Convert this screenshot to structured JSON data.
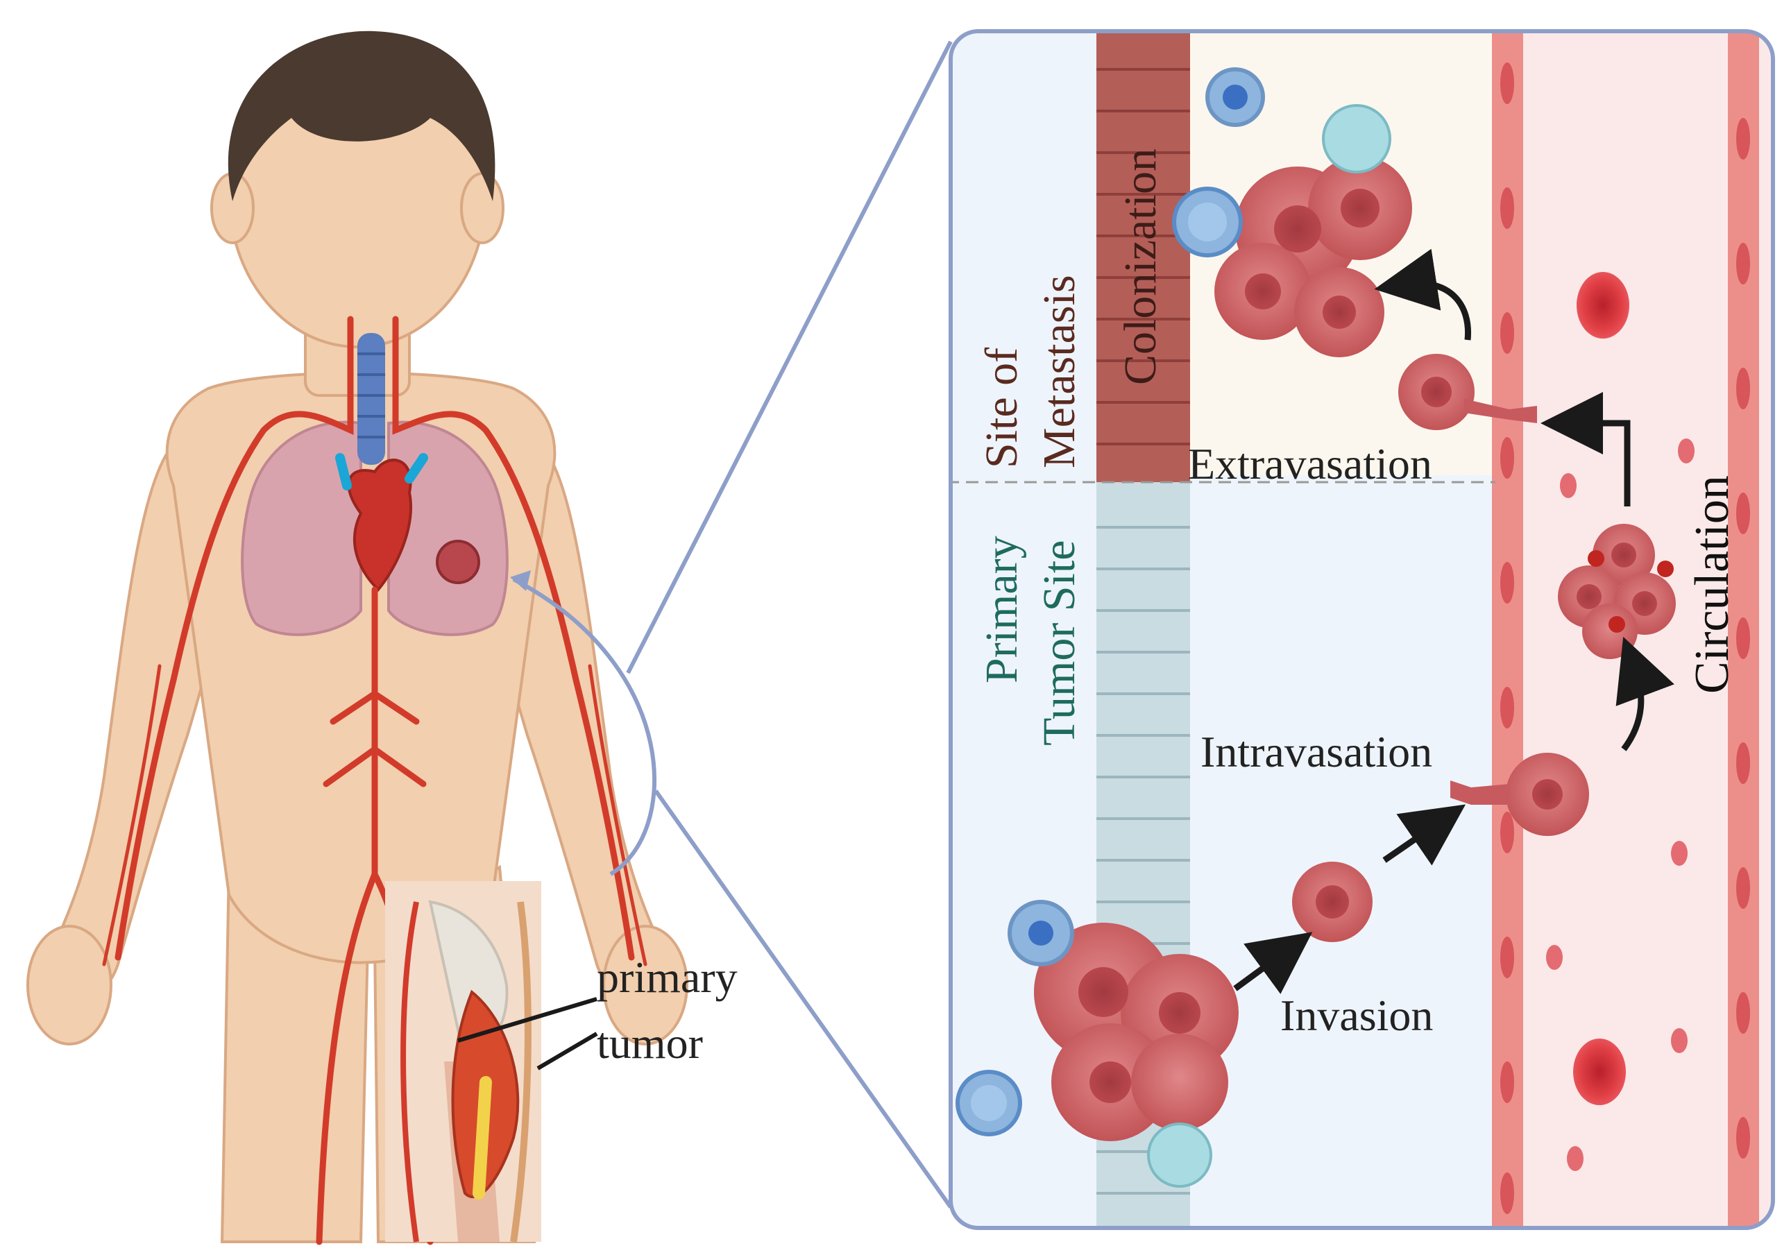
{
  "figure": {
    "labels": {
      "primary_tumor_line1": "primary",
      "primary_tumor_line2": "tumor",
      "colonization": "Colonization",
      "site_of": "Site of",
      "metastasis": "Metastasis",
      "primary_label": "Primary",
      "tumor_site": "Tumor Site",
      "extravasation": "Extravasation",
      "intravasation": "Intravasation",
      "invasion": "Invasion",
      "circulation": "Circulation"
    },
    "colors": {
      "skin": "#f2cfae",
      "skin_outline": "#d9a883",
      "hair": "#4a3a30",
      "artery": "#d23b2a",
      "heart": "#c8322a",
      "trachea": "#5b7fc0",
      "lung": "#d9a3ad",
      "panel_border": "#8d9ec9",
      "panel_left_bg": "#eef4fb",
      "panel_right_bg": "#fbe9e9",
      "vessel_wall": "#ec8f8a",
      "epithelium_metastasis": "#b45e58",
      "epithelium_primary": "#c9dce2",
      "tumor_cell": "#c75a5e",
      "rbc": "#d8363d",
      "immune_blue": "#8db5dd",
      "immune_cyan": "#a8dce2",
      "site_text_metastasis": "#5a2a1f",
      "site_text_primary": "#1e6b5e",
      "label_text": "#222222"
    }
  }
}
